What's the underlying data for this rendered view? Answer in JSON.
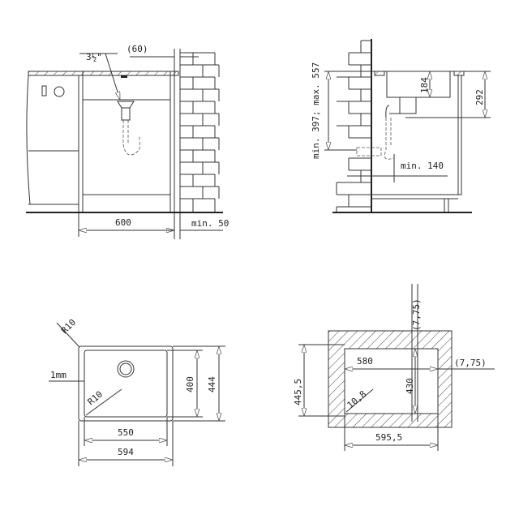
{
  "side_view_front": {
    "dim_width": "600",
    "dim_wall_min": "min. 50",
    "dim_offset": "(60)",
    "drain_size": "3½\""
  },
  "side_view_profile": {
    "dim_height_range": "min. 397; max. 557",
    "dim_bowl_depth": "184",
    "dim_outlet_depth": "292",
    "dim_wall_distance": "min. 140"
  },
  "top_view": {
    "radius_outer": "R10",
    "radius_inner": "R10",
    "thickness": "1mm",
    "inner_width": "550",
    "outer_width": "594",
    "inner_depth": "400",
    "outer_depth": "444"
  },
  "cutout_view": {
    "offset_top": "(7,75)",
    "offset_right": "(7,75)",
    "inner_width": "580",
    "cutout_width": "595,5",
    "inner_depth": "430",
    "cutout_depth": "445,5",
    "corner_radius": "10,8"
  }
}
